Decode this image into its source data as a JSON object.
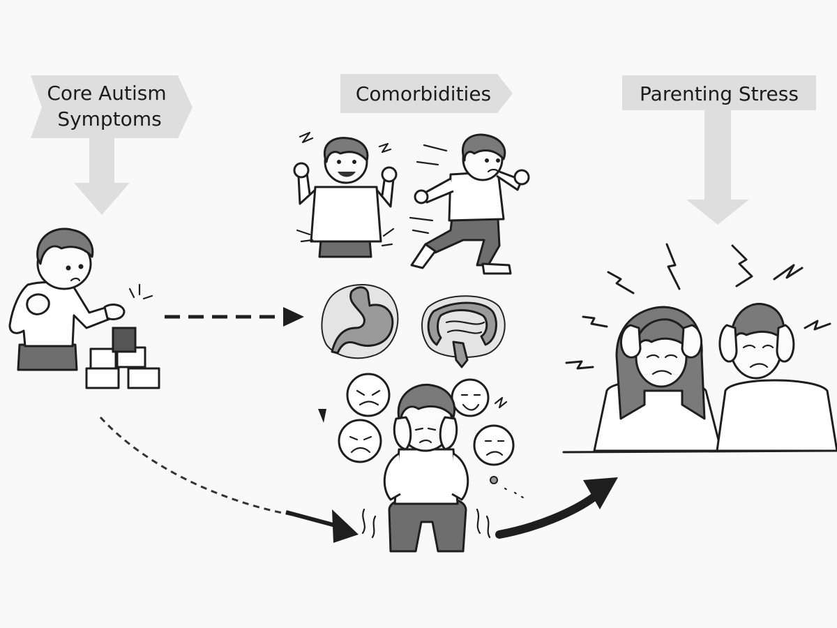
{
  "labels": {
    "core": [
      "Core Autism",
      "Symptoms"
    ],
    "comorbidities": "Comorbidities",
    "stress": "Parenting Stress"
  },
  "colors": {
    "background": "#f9f9f9",
    "banner": "#dedede",
    "ink": "#1e1e1e",
    "shade": "#7a7a7a"
  },
  "icons": [
    "child-playing-blocks",
    "child-tantrum",
    "child-running",
    "stomach-icon",
    "intestines-icon",
    "anxious-child",
    "emotion-faces",
    "stressed-parents"
  ]
}
